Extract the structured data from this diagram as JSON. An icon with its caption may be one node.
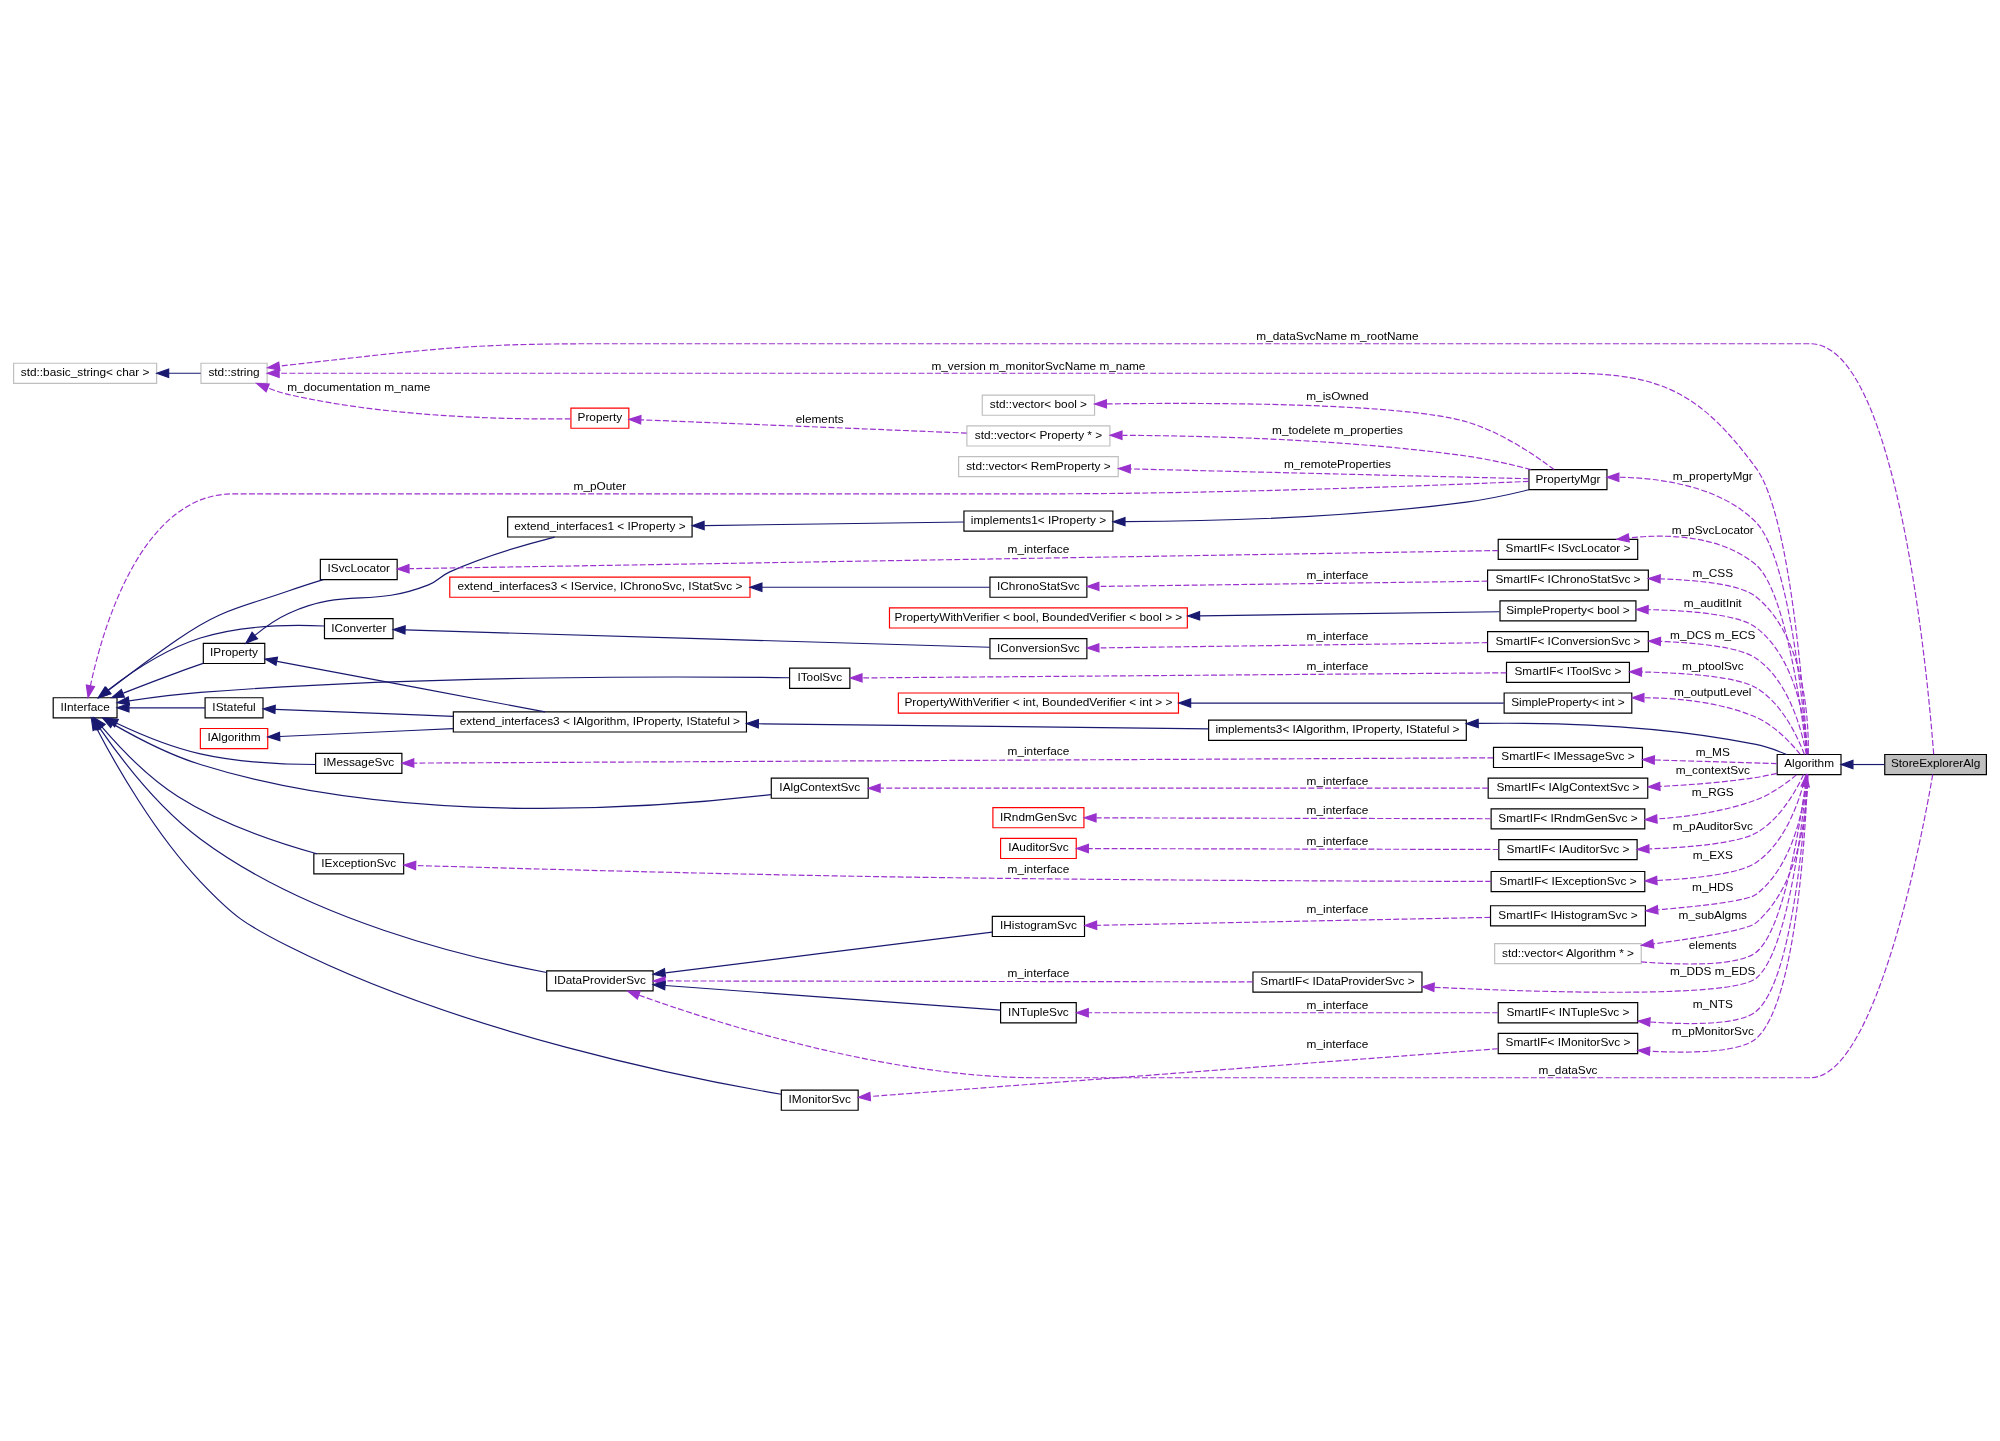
{
  "diagram": {
    "nodes": [
      {
        "text": [
          "StoreExplorerAlg"
        ]
      },
      {
        "text": [
          "Algorithm"
        ]
      },
      {
        "text": [
          "std::string"
        ]
      },
      {
        "text": [
          "std::basic_string< char >"
        ]
      },
      {
        "text": [
          "IDataProviderSvc"
        ]
      },
      {
        "text": [
          "IRndmGenSvc"
        ]
      },
      {
        "text": [
          "SmartIF< IRndmGenSvc >"
        ]
      },
      {
        "text": [
          "IAuditorSvc"
        ]
      },
      {
        "text": [
          "SmartIF< IAuditorSvc >"
        ]
      },
      {
        "text": [
          "SmartIF< IAlgContextSvc >"
        ]
      },
      {
        "text": [
          "IAlgContextSvc"
        ]
      },
      {
        "text": [
          "SmartIF< IExceptionSvc >"
        ]
      },
      {
        "text": [
          "IExceptionSvc"
        ]
      },
      {
        "text": [
          "IHistogramSvc"
        ]
      },
      {
        "text": [
          "SmartIF< IHistogramSvc >"
        ]
      },
      {
        "text": [
          "SmartIF< IDataProviderSvc >"
        ]
      },
      {
        "text": [
          "Property"
        ]
      },
      {
        "text": [
          "std::vector< Property * >"
        ]
      },
      {
        "text": [
          "std::vector< bool >"
        ]
      },
      {
        "text": [
          "std::vector< RemProperty >"
        ]
      },
      {
        "text": [
          "PropertyMgr"
        ]
      },
      {
        "text": [
          "INTupleSvc"
        ]
      },
      {
        "text": [
          "SmartIF< INTupleSvc >"
        ]
      },
      {
        "text": [
          "std::vector< Algorithm * >"
        ]
      },
      {
        "text": [
          "IInterface"
        ]
      },
      {
        "text": [
          "IMonitorSvc"
        ]
      },
      {
        "text": [
          "implements1< IProperty >"
        ]
      },
      {
        "text": [
          "SmartIF< IMonitorSvc >"
        ]
      },
      {
        "text": [
          "IProperty"
        ]
      },
      {
        "text": [
          "extend_interfaces1 < IProperty >"
        ]
      },
      {
        "text": [
          "ISvcLocator"
        ]
      },
      {
        "text": [
          "SmartIF< ISvcLocator >"
        ]
      },
      {
        "text": [
          "implements3< IAlgorithm, IProperty, IStateful >"
        ]
      },
      {
        "text": [
          "IStateful"
        ]
      },
      {
        "text": [
          "extend_interfaces3 < IAlgorithm, IProperty, IStateful >"
        ]
      },
      {
        "text": [
          "IAlgorithm"
        ]
      },
      {
        "text": [
          "IChronoStatSvc"
        ]
      },
      {
        "text": [
          "SmartIF< IChronoStatSvc >"
        ]
      },
      {
        "text": [
          "PropertyWithVerifier < bool, BoundedVerifier < bool > >"
        ]
      },
      {
        "text": [
          "SimpleProperty< bool >"
        ]
      },
      {
        "text": [
          "extend_interfaces3 < IService, IChronoSvc, IStatSvc >"
        ]
      },
      {
        "text": [
          "IConverter"
        ]
      },
      {
        "text": [
          "IConversionSvc"
        ]
      },
      {
        "text": [
          "SmartIF< IConversionSvc >"
        ]
      },
      {
        "text": [
          "IToolSvc"
        ]
      },
      {
        "text": [
          "PropertyWithVerifier < int, BoundedVerifier < int > >"
        ]
      },
      {
        "text": [
          "SimpleProperty< int >"
        ]
      },
      {
        "text": [
          "SmartIF< IToolSvc >"
        ]
      },
      {
        "text": [
          "IMessageSvc"
        ]
      },
      {
        "text": [
          "SmartIF< IMessageSvc >"
        ]
      }
    ],
    "edges": [
      {
        "from": 0,
        "to": 1,
        "arrow": "to",
        "color": "#191970"
      },
      {
        "from": 0,
        "to": 2,
        "arrow": "to",
        "style": "dashed",
        "label": "m_dataSvcName m_rootName"
      },
      {
        "from": 1,
        "to": 2,
        "arrow": "to",
        "style": "dashed",
        "label": "m_version m_monitorSvcName m_name"
      },
      {
        "from": 2,
        "to": 3,
        "arrow": "to",
        "color": "#191970"
      },
      {
        "from": 16,
        "to": 2,
        "arrow": "to",
        "style": "dashed",
        "label": "m_documentation m_name"
      },
      {
        "from": 0,
        "to": 4,
        "arrow": "to",
        "style": "dashed",
        "label": "m_dataSvc"
      },
      {
        "from": 6,
        "to": 5,
        "arrow": "to",
        "style": "dashed",
        "label": "m_interface"
      },
      {
        "from": 1,
        "to": 6,
        "arrow": "to",
        "style": "dashed",
        "label": "m_RGS"
      },
      {
        "from": 8,
        "to": 7,
        "arrow": "to",
        "style": "dashed",
        "label": "m_interface"
      },
      {
        "from": 1,
        "to": 8,
        "arrow": "to",
        "style": "dashed",
        "label": "m_pAuditorSvc"
      },
      {
        "from": 1,
        "to": 9,
        "arrow": "to",
        "style": "dashed",
        "label": "m_contextSvc"
      },
      {
        "from": 9,
        "to": 10,
        "arrow": "to",
        "style": "dashed",
        "label": "m_interface"
      },
      {
        "from": 1,
        "to": 11,
        "arrow": "to",
        "style": "dashed",
        "label": "m_EXS"
      },
      {
        "from": 11,
        "to": 12,
        "arrow": "to",
        "style": "dashed",
        "label": "m_interface"
      },
      {
        "from": 13,
        "to": 4,
        "arrow": "to",
        "color": "#191970"
      },
      {
        "from": 14,
        "to": 13,
        "arrow": "to",
        "style": "dashed",
        "label": "m_interface"
      },
      {
        "from": 1,
        "to": 14,
        "arrow": "to",
        "style": "dashed",
        "label": "m_HDS"
      },
      {
        "from": 15,
        "to": 4,
        "arrow": "to",
        "style": "dashed",
        "label": "m_interface"
      },
      {
        "from": 1,
        "to": 15,
        "arrow": "to",
        "style": "dashed",
        "label": "m_DDS m_EDS"
      },
      {
        "from": 17,
        "to": 16,
        "arrow": "to",
        "style": "dashed",
        "label": "elements"
      },
      {
        "from": 20,
        "to": 17,
        "arrow": "to",
        "style": "dashed",
        "label": "m_todelete m_properties"
      },
      {
        "from": 20,
        "to": 18,
        "arrow": "to",
        "style": "dashed",
        "label": "m_isOwned"
      },
      {
        "from": 20,
        "to": 19,
        "arrow": "to",
        "style": "dashed",
        "label": "m_remoteProperties"
      },
      {
        "from": 1,
        "to": 20,
        "arrow": "to",
        "style": "dashed",
        "label": "m_propertyMgr"
      },
      {
        "from": 21,
        "to": 4,
        "arrow": "to",
        "color": "#191970"
      },
      {
        "from": 22,
        "to": 21,
        "arrow": "to",
        "style": "dashed",
        "label": "m_interface"
      },
      {
        "from": 1,
        "to": 22,
        "arrow": "to",
        "style": "dashed",
        "label": "m_NTS"
      },
      {
        "from": 23,
        "to": 1,
        "arrow": "to",
        "style": "dashed",
        "label": "elements"
      },
      {
        "from": 1,
        "to": 23,
        "arrow": "to",
        "style": "dashed",
        "label": "m_subAlgms"
      },
      {
        "from": 20,
        "to": 24,
        "arrow": "to",
        "style": "dashed",
        "label": "m_pOuter"
      },
      {
        "from": 10,
        "to": 24,
        "arrow": "to",
        "color": "#191970"
      },
      {
        "from": 12,
        "to": 24,
        "arrow": "to",
        "color": "#191970"
      },
      {
        "from": 4,
        "to": 24,
        "arrow": "to",
        "color": "#191970"
      },
      {
        "from": 25,
        "to": 24,
        "arrow": "to",
        "color": "#191970"
      },
      {
        "from": 28,
        "to": 24,
        "arrow": "to",
        "color": "#191970"
      },
      {
        "from": 30,
        "to": 24,
        "arrow": "to",
        "color": "#191970"
      },
      {
        "from": 33,
        "to": 24,
        "arrow": "to",
        "color": "#191970"
      },
      {
        "from": 41,
        "to": 24,
        "arrow": "to",
        "color": "#191970"
      },
      {
        "from": 44,
        "to": 24,
        "arrow": "to",
        "color": "#191970"
      },
      {
        "from": 48,
        "to": 24,
        "arrow": "to",
        "color": "#191970"
      },
      {
        "from": 27,
        "to": 25,
        "arrow": "to",
        "style": "dashed",
        "label": "m_interface"
      },
      {
        "from": 1,
        "to": 27,
        "arrow": "to",
        "style": "dashed",
        "label": "m_pMonitorSvc"
      },
      {
        "from": 20,
        "to": 26,
        "arrow": "to",
        "color": "#191970"
      },
      {
        "from": 26,
        "to": 29,
        "arrow": "to",
        "color": "#191970"
      },
      {
        "from": 29,
        "to": 28,
        "arrow": "to",
        "color": "#191970"
      },
      {
        "from": 31,
        "to": 30,
        "arrow": "to",
        "style": "dashed",
        "label": "m_interface"
      },
      {
        "from": 1,
        "to": 31,
        "arrow": "to",
        "style": "dashed",
        "label": "m_pSvcLocator"
      },
      {
        "from": 1,
        "to": 32,
        "arrow": "to",
        "color": "#191970"
      },
      {
        "from": 32,
        "to": 34,
        "arrow": "to",
        "color": "#191970"
      },
      {
        "from": 34,
        "to": 28,
        "arrow": "to",
        "color": "#191970"
      },
      {
        "from": 34,
        "to": 33,
        "arrow": "to",
        "color": "#191970"
      },
      {
        "from": 34,
        "to": 35,
        "arrow": "to",
        "color": "#191970"
      },
      {
        "from": 36,
        "to": 40,
        "arrow": "to",
        "color": "#191970"
      },
      {
        "from": 37,
        "to": 36,
        "arrow": "to",
        "style": "dashed",
        "label": "m_interface"
      },
      {
        "from": 1,
        "to": 37,
        "arrow": "to",
        "style": "dashed",
        "label": "m_CSS"
      },
      {
        "from": 39,
        "to": 38,
        "arrow": "to",
        "color": "#191970"
      },
      {
        "from": 1,
        "to": 39,
        "arrow": "to",
        "style": "dashed",
        "label": "m_auditInit"
      },
      {
        "from": 42,
        "to": 41,
        "arrow": "to",
        "color": "#191970"
      },
      {
        "from": 43,
        "to": 42,
        "arrow": "to",
        "style": "dashed",
        "label": "m_interface"
      },
      {
        "from": 1,
        "to": 43,
        "arrow": "to",
        "style": "dashed",
        "label": "m_DCS m_ECS"
      },
      {
        "from": 46,
        "to": 45,
        "arrow": "to",
        "color": "#191970"
      },
      {
        "from": 1,
        "to": 46,
        "arrow": "to",
        "style": "dashed",
        "label": "m_outputLevel"
      },
      {
        "from": 47,
        "to": 44,
        "arrow": "to",
        "style": "dashed",
        "label": "m_interface"
      },
      {
        "from": 1,
        "to": 47,
        "arrow": "to",
        "style": "dashed",
        "label": "m_ptoolSvc"
      },
      {
        "from": 49,
        "to": 48,
        "arrow": "to",
        "style": "dashed",
        "label": "m_interface"
      },
      {
        "from": 1,
        "to": 49,
        "arrow": "to",
        "style": "dashed",
        "label": "m_MS"
      }
    ]
  }
}
